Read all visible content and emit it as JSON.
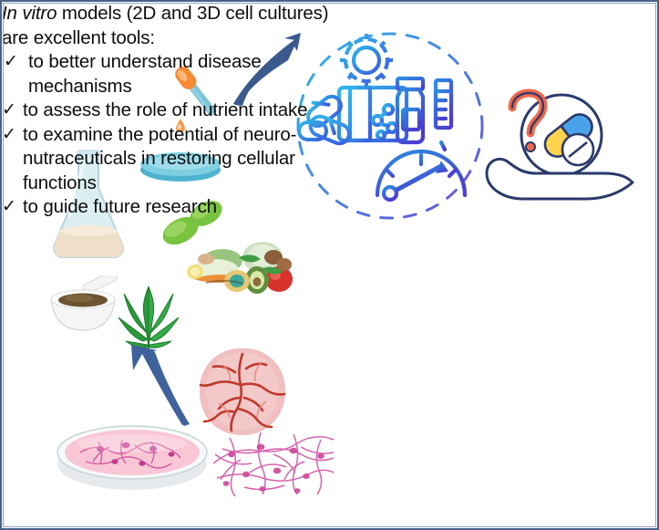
{
  "figure": {
    "kind": "graphical-abstract",
    "border_color": "#4a6287",
    "background": "#ffffff"
  },
  "text_panel": {
    "lead_italic": "In vitro",
    "lead_rest": " models (2D and 3D cell cultures) are excellent tools:",
    "bullet_marker": "✓",
    "bullets": [
      "to better understand disease mechanisms",
      "to assess the role of nutrient intake",
      "to examine the potential of neuro-nutraceuticals in restoring cellular functions",
      "to guide future research"
    ]
  },
  "graphics": {
    "pipette": {
      "name": "pipette-with-droplet",
      "bulb_color": "#f68a35",
      "stem_color": "#7cc4d8",
      "droplet_color": "#f79a4a"
    },
    "arrow_top": {
      "name": "curved-arrow-up-right",
      "color": "#3a5a8c"
    },
    "arrow_bottom": {
      "name": "arrow-up-left",
      "color": "#3f629b"
    },
    "flask": {
      "name": "erlenmeyer-flask",
      "glass_color": "#dbeef2",
      "liquid_color": "#efdfc9"
    },
    "petri_dish_blue": {
      "name": "petri-dish-blue",
      "color": "#68c0d6"
    },
    "beans": {
      "name": "green-beans",
      "color": "#7dc242",
      "count": 2
    },
    "mortar": {
      "name": "mortar-and-pestle",
      "bowl_color": "#f2f2f2",
      "powder_color": "#6b5432"
    },
    "leaf": {
      "name": "cannabis-leaf",
      "color": "#2a9a3c"
    },
    "foods": {
      "name": "vegetables-and-herbs-cluster",
      "items": [
        "lettuce",
        "cabbage",
        "carrot",
        "avocado",
        "tomato",
        "pepper",
        "mushroom",
        "garlic",
        "lemon"
      ]
    },
    "petri_dish_cells": {
      "name": "petri-dish-2d-neuron-culture",
      "medium_color": "#f9c6d6",
      "cell_color": "#d24d9c"
    },
    "organoid": {
      "name": "brain-organoid-3d-culture",
      "body_color": "#f0bfc0",
      "vessel_color": "#c0392b"
    },
    "neurons": {
      "name": "neural-network-cells",
      "color": "#d356a6"
    },
    "icon_circle": {
      "name": "drug-discovery-icon-cluster",
      "dashed_ring_color": "#2fb6e8",
      "dashed_ring_color_end": "#6b4fd8",
      "icons": [
        {
          "name": "gear-icon",
          "label": "gear"
        },
        {
          "name": "pill-box-molecule-icon",
          "label": "capsules and molecule box"
        },
        {
          "name": "vial-syringe-icon",
          "label": "vial and syringe"
        },
        {
          "name": "dna-magnifier-icon",
          "label": "DNA under magnifier"
        },
        {
          "name": "gauge-icon",
          "label": "speedometer gauge"
        }
      ]
    },
    "hand_pills": {
      "name": "hand-holding-pills-question-icon",
      "outline_color": "#2b3a6b",
      "question_color": "#ef6a4c",
      "capsule_blue": "#4aa3e8",
      "capsule_yellow": "#ffd34d"
    }
  }
}
